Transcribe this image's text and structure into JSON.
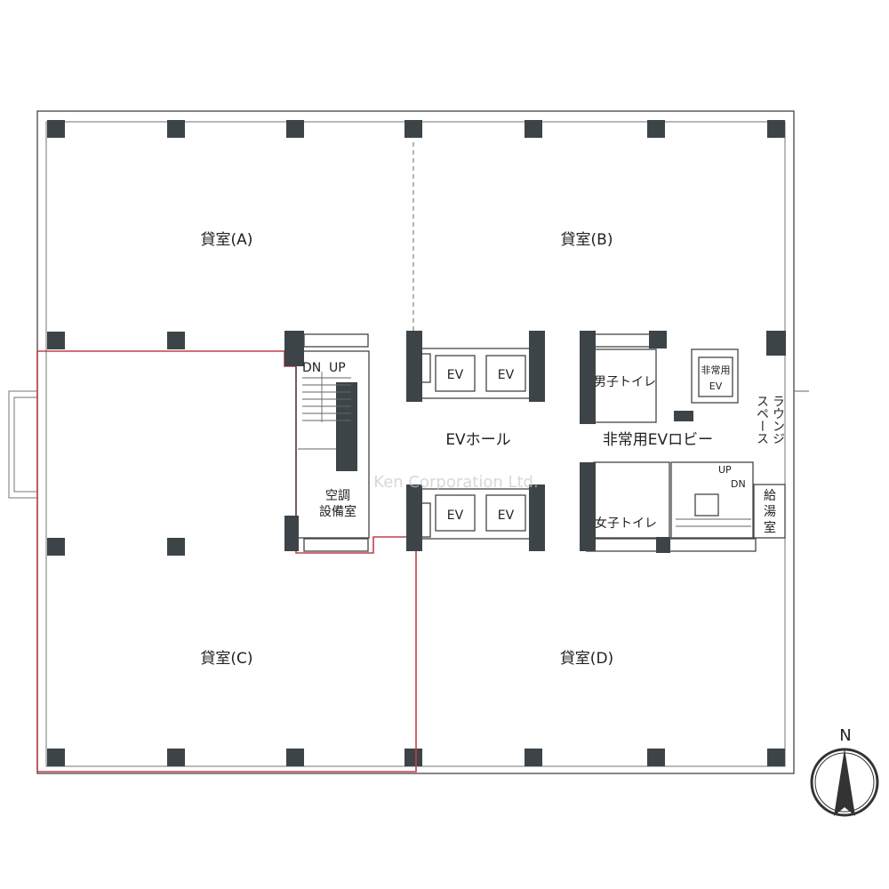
{
  "rooms": {
    "a": "貸室(A)",
    "b": "貸室(B)",
    "c": "貸室(C)",
    "d": "貸室(D)"
  },
  "core": {
    "ev_hall": "EVホール",
    "ev": "EV",
    "emergency_ev_lobby": "非常用EVロビー",
    "emergency_ev_line1": "非常用",
    "emergency_ev_line2": "EV",
    "mens_toilet": "男子トイレ",
    "womens_toilet": "女子トイレ",
    "lounge_line1": "ラウンジ",
    "lounge_line2": "スペース",
    "pantry_line1": "給",
    "pantry_line2": "湯",
    "pantry_line3": "室",
    "hvac_line1": "空調",
    "hvac_line2": "設備室",
    "stair_left_dn": "DN",
    "stair_left_up": "UP",
    "stair_right_up": "UP",
    "stair_right_dn": "DN"
  },
  "compass": {
    "label": "N"
  },
  "watermark": "Ken Corporation Ltd.",
  "colors": {
    "wall": "#3c4448",
    "highlight": "#c0404a"
  }
}
